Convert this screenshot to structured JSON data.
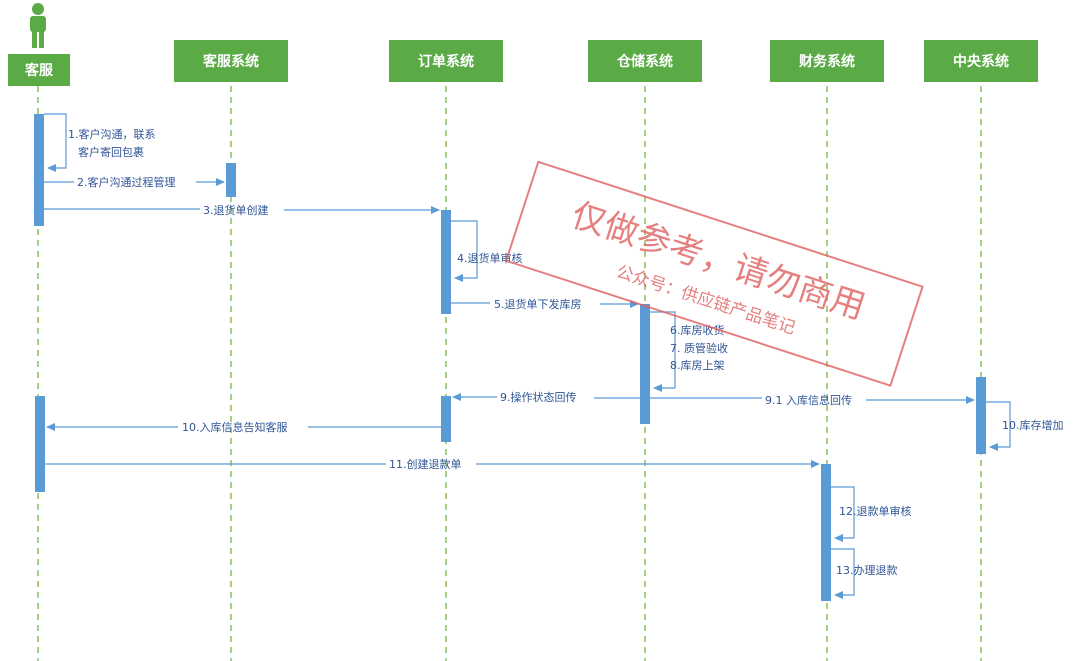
{
  "actor": {
    "label": "客服",
    "icon": "person-icon"
  },
  "lifelines": [
    {
      "key": "kefu",
      "label": "客服"
    },
    {
      "key": "kefu_sys",
      "label": "客服系统"
    },
    {
      "key": "order_sys",
      "label": "订单系统"
    },
    {
      "key": "wh_sys",
      "label": "仓储系统"
    },
    {
      "key": "fin_sys",
      "label": "财务系统"
    },
    {
      "key": "central_sys",
      "label": "中央系统"
    }
  ],
  "messages": {
    "m1_line1": "1.客户沟通，联系",
    "m1_line2": "客户寄回包裹",
    "m2": "2.客户沟通过程管理",
    "m3": "3.退货单创建",
    "m4": "4.退货单审核",
    "m5": "5.退货单下发库房",
    "m6": "6.库房收货",
    "m7": "7. 质管验收",
    "m8": "8.库房上架",
    "m9": "9.操作状态回传",
    "m91": "9.1 入库信息回传",
    "m10": "10.入库信息告知客服",
    "m10b": "10.库存增加",
    "m11": "11.创建退款单",
    "m12": "12.退款单审核",
    "m13": "13.办理退款"
  },
  "watermark": {
    "main": "仅做参考，请勿商用",
    "sub": "公众号：供应链产品笔记"
  },
  "colors": {
    "header_bg": "#5aaa46",
    "lifeline": "#86c45b",
    "activation": "#5b9bd5",
    "arrow": "#5b9bd5",
    "text": "#2f5597",
    "stamp": "#e06060"
  }
}
